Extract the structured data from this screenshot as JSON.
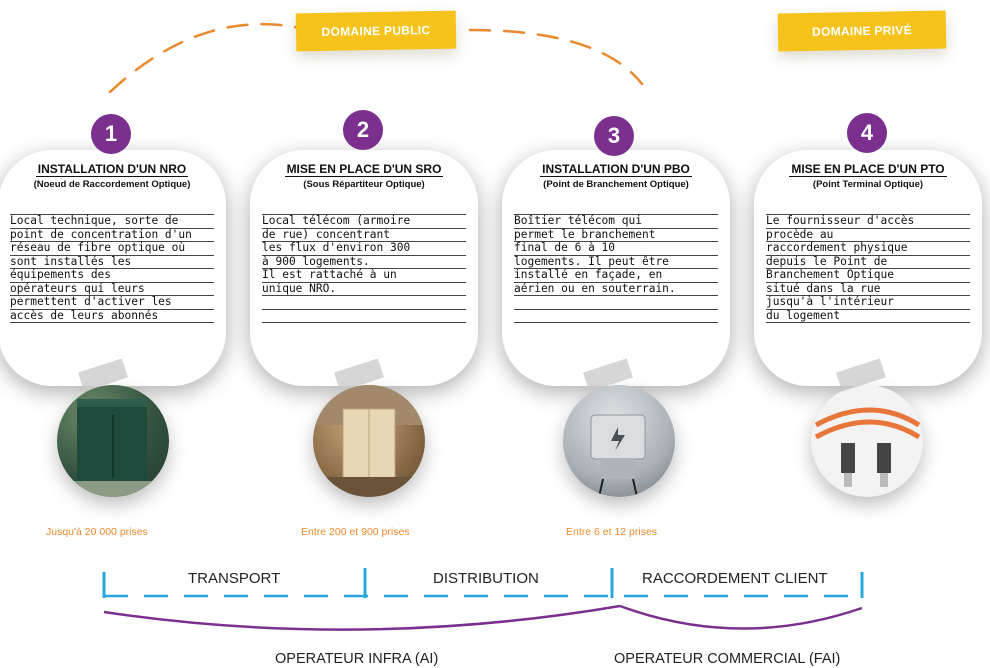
{
  "tags": {
    "public": "DOMAINE PUBLIC",
    "prive": "DOMAINE PRIVÉ"
  },
  "steps": [
    {
      "number": "1",
      "title": "INSTALLATION D'UN NRO",
      "subtitle": "(Noeud de Raccordement Optique)",
      "lines": [
        "Local technique, sorte de",
        "point de concentration d'un",
        "réseau de fibre optique où",
        "sont installés les",
        "équipements des",
        "opérateurs qui leurs",
        "permettent d'activer les",
        "accès de leurs abonnés"
      ],
      "prises": "Jusqu'à 20 000 prises"
    },
    {
      "number": "2",
      "title": "MISE EN PLACE D'UN SRO",
      "subtitle": "(Sous Répartiteur Optique)",
      "lines": [
        "Local télécom (armoire",
        "de rue) concentrant",
        "les flux d'environ 300",
        "à 900 logements.",
        "Il est rattaché à un",
        "unique NRO.",
        "",
        ""
      ],
      "prises": "Entre 200 et 900 prises"
    },
    {
      "number": "3",
      "title": "INSTALLATION D'UN PBO",
      "subtitle": "(Point de Branchement Optique)",
      "lines": [
        "Boîtier télécom qui",
        "permet le branchement",
        "final de 6 à 10",
        "logements. Il peut être",
        "installé en façade, en",
        "aérien ou en souterrain.",
        "",
        ""
      ],
      "prises": "Entre 6 et 12 prises"
    },
    {
      "number": "4",
      "title": "MISE EN PLACE D'UN PTO",
      "subtitle": "(Point Terminal Optique)",
      "lines": [
        "Le fournisseur d'accès",
        "procède au",
        "raccordement physique",
        "depuis le Point de",
        "Branchement Optique",
        "situé dans la rue",
        "jusqu'à l'intérieur",
        "du logement"
      ],
      "prises": ""
    }
  ],
  "segments": {
    "transport": "TRANSPORT",
    "distribution": "DISTRIBUTION",
    "raccordement": "RACCORDEMENT CLIENT"
  },
  "operators": {
    "infra": "OPERATEUR INFRA (AI)",
    "commercial": "OPERATEUR COMMERCIAL (FAI)"
  },
  "colors": {
    "accent_purple": "#7b2f8e",
    "accent_yellow": "#f6c31c",
    "accent_orange": "#e88a2d",
    "accent_blue": "#29a8e0"
  }
}
